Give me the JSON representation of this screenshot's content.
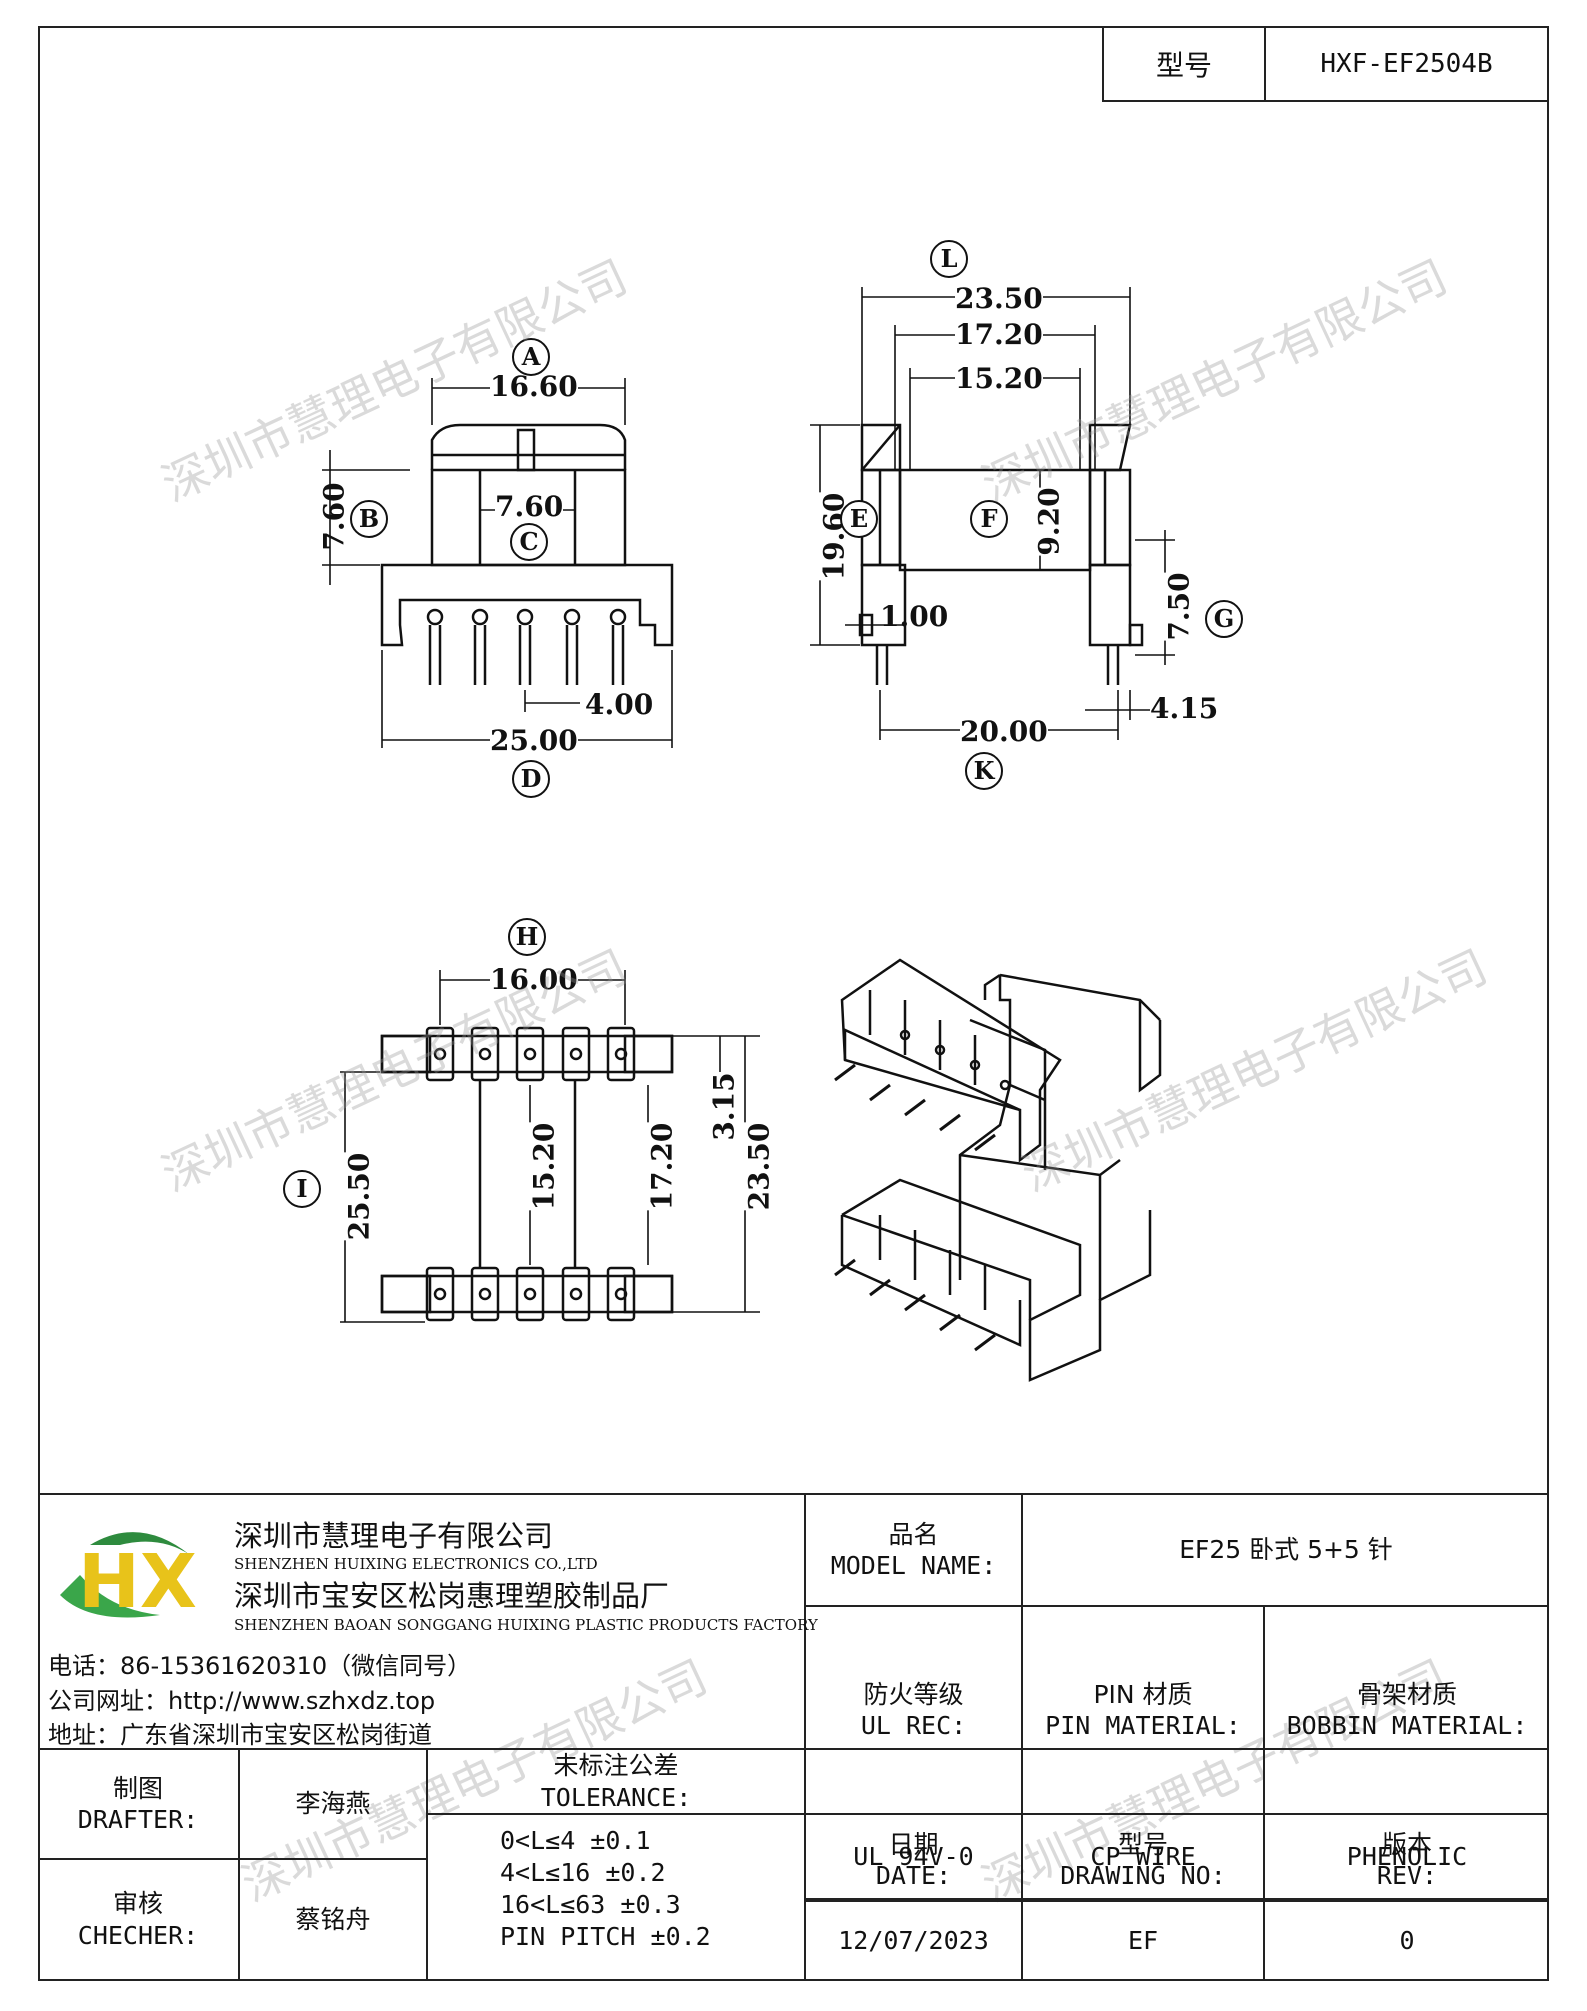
{
  "header": {
    "part_no_label": "型号",
    "part_no_value": "HXF-EF2504B"
  },
  "watermark": "深圳市慧理电子有限公司",
  "views": {
    "front": {
      "A": "16.60",
      "B": "7.60",
      "C": "7.60",
      "D": "25.00",
      "pitch": "4.00",
      "labels": [
        "A",
        "B",
        "C",
        "D"
      ]
    },
    "side": {
      "L": "23.50",
      "w1": "17.20",
      "w2": "15.20",
      "E": "19.60",
      "F": "9.20",
      "G": "7.50",
      "K": "20.00",
      "t1": "1.00",
      "t2": "4.15",
      "labels": [
        "L",
        "E",
        "F",
        "G",
        "K"
      ]
    },
    "bottom": {
      "H": "16.00",
      "I": "25.50",
      "d1": "15.20",
      "d2": "17.20",
      "d3": "3.15",
      "d4": "23.50",
      "labels": [
        "H",
        "I"
      ]
    }
  },
  "company": {
    "logo_text": "HX",
    "name_cn": "深圳市慧理电子有限公司",
    "name_en": "SHENZHEN HUIXING ELECTRONICS CO.,LTD",
    "factory_cn": "深圳市宝安区松岗惠理塑胶制品厂",
    "factory_en": "SHENZHEN BAOAN SONGGANG HUIXING PLASTIC PRODUCTS FACTORY",
    "phone": "电话：86-15361620310（微信同号）",
    "website": "公司网址：http://www.szhxdz.top",
    "address": "地址：广东省深圳市宝安区松岗街道"
  },
  "titleblock": {
    "model_label_cn": "品名",
    "model_label_en": "MODEL NAME:",
    "model_value": "EF25 卧式 5+5 针",
    "ul_label_cn": "防火等级",
    "ul_label_en": "UL REC:",
    "pin_label_cn": "PIN 材质",
    "pin_label_en": "PIN MATERIAL:",
    "bobbin_label_cn": "骨架材质",
    "bobbin_label_en": "BOBBIN MATERIAL:",
    "ul_value": "UL 94V-0",
    "pin_value": "CP WIRE",
    "bobbin_value": "PHENOLIC",
    "drafter_label_cn": "制图",
    "drafter_label_en": "DRAFTER:",
    "drafter_value": "李海燕",
    "checker_label_cn": "审核",
    "checker_label_en": "CHECHER:",
    "checker_value": "蔡铭舟",
    "tol_label_cn": "未标注公差",
    "tol_label_en": "TOLERANCE:",
    "tol_lines": [
      "0<L≤4  ±0.1",
      "4<L≤16  ±0.2",
      "16<L≤63  ±0.3",
      "PIN PITCH  ±0.2"
    ],
    "date_label_cn": "日期",
    "date_label_en": "DATE:",
    "date_value": "12/07/2023",
    "dwg_label_cn": "型号",
    "dwg_label_en": "DRAWING NO:",
    "dwg_value": "EF",
    "rev_label_cn": "版本",
    "rev_label_en": "REV:",
    "rev_value": "0"
  }
}
